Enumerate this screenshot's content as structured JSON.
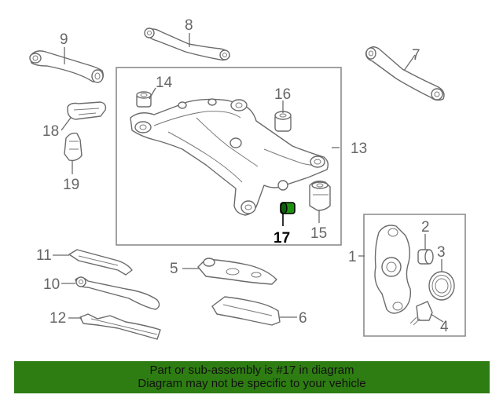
{
  "diagram": {
    "callouts": {
      "c1": "1",
      "c2": "2",
      "c3": "3",
      "c4": "4",
      "c5": "5",
      "c6": "6",
      "c7": "7",
      "c8": "8",
      "c9": "9",
      "c10": "10",
      "c11": "11",
      "c12": "12",
      "c13": "13",
      "c14": "14",
      "c15": "15",
      "c16": "16",
      "c17": "17",
      "c18": "18",
      "c19": "19"
    },
    "highlight_color": "#1f8f12"
  },
  "banner": {
    "line1": "Part or sub-assembly is #17 in diagram",
    "line2": "Diagram may not be specific to your vehicle",
    "background": "#2e7d12"
  }
}
